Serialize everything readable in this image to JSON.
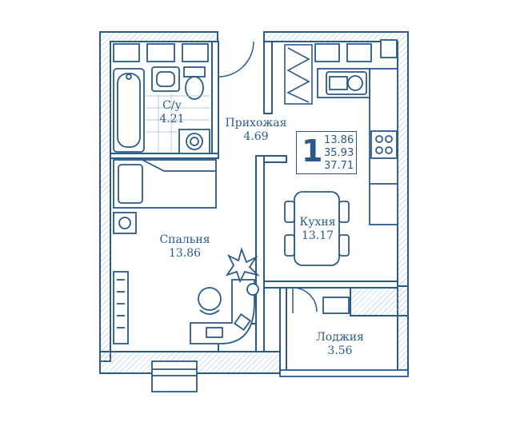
{
  "rooms": {
    "bathroom": {
      "name": "С/у",
      "area": "4.21"
    },
    "hallway": {
      "name": "Прихожая",
      "area": "4.69"
    },
    "bedroom": {
      "name": "Спальня",
      "area": "13.86"
    },
    "kitchen": {
      "name": "Кухня",
      "area": "13.17"
    },
    "loggia": {
      "name": "Лоджия",
      "area": "3.56"
    }
  },
  "summary": {
    "room_count": "1",
    "living_area": "13.86",
    "total_area_excl_loggia": "35.93",
    "total_area": "37.71"
  },
  "colors": {
    "wall": "#2a5a8a",
    "hatch": "#9bb7d2",
    "fill": "#ffffff"
  }
}
